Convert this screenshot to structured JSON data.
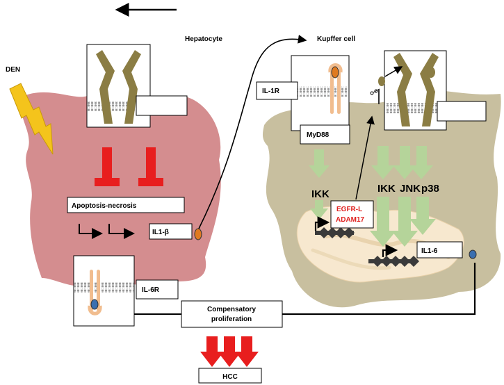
{
  "labels": {
    "hepatocyte": "Hepatocyte",
    "kupffer": "Kupffer cell",
    "den": "DEN",
    "il1r": "IL-1R",
    "myd88": "MyD88",
    "ikk_left": "IKK",
    "egfr_l": "EGFR-L",
    "adam17": "ADAM17",
    "ikk_right": "IKK",
    "jnk": "JNK",
    "p38": "p38",
    "il6": "IL1-6",
    "apoptosis": "Apoptosis-necrosis",
    "il1b": "IL1-β",
    "il6r": "IL-6R",
    "comp_line1": "Compensatory",
    "comp_line2": "proliferation",
    "hcc": "HCC"
  },
  "colors": {
    "hepatocyte": "#d48d8f",
    "kupffer": "#c8bf9f",
    "nucleus": "#f7e8cf",
    "receptor": "#8b7d44",
    "signal_arrow": "#b5d49a",
    "inhibition": "#e81e1e",
    "il1_receptor": "#f1bd8f",
    "il1b_dot": "#e07a20",
    "il6_dot": "#3b6fb0",
    "lightning": "#f4c41c",
    "dna": "#3a3a3a"
  }
}
